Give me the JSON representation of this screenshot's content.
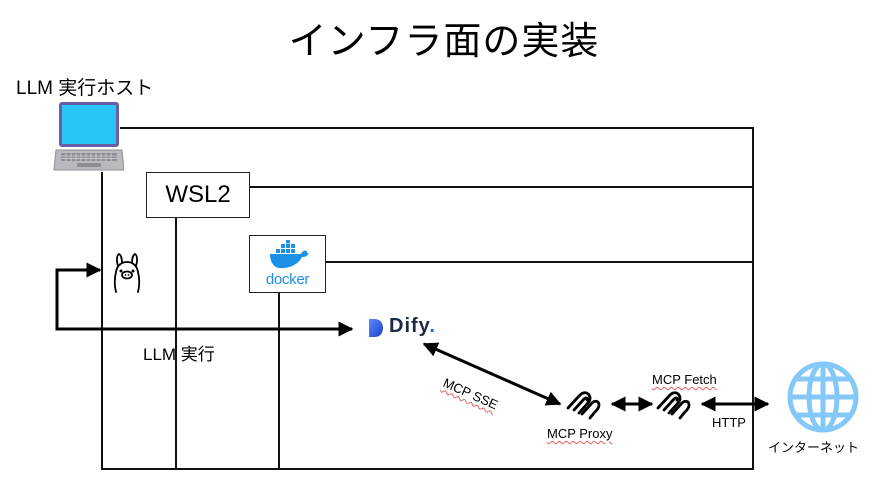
{
  "title": "インフラ面の実装",
  "nodes": {
    "host": {
      "label": "LLM 実行ホスト",
      "icon": "laptop-icon"
    },
    "wsl": {
      "label": "WSL2"
    },
    "docker": {
      "label": "docker",
      "icon": "docker-whale-icon"
    },
    "ollama": {
      "icon": "llama-icon"
    },
    "dify": {
      "label": "Dify",
      "icon": "dify-logo-icon"
    },
    "mcp_proxy": {
      "label": "MCP Proxy",
      "icon": "mcp-icon"
    },
    "mcp_fetch": {
      "label": "MCP Fetch",
      "icon": "mcp-icon"
    },
    "internet": {
      "label": "インターネット",
      "icon": "globe-icon"
    }
  },
  "edges": {
    "llm_exec": {
      "label": "LLM 実行"
    },
    "mcp_sse": {
      "label": "MCP SSE"
    },
    "http": {
      "label": "HTTP"
    }
  },
  "colors": {
    "laptop_screen": "#29c5f6",
    "laptop_frame": "#6b5ea8",
    "docker_blue": "#1d91e6",
    "globe_blue": "#84c8f8",
    "dify_blue": "#1c4fd6"
  }
}
